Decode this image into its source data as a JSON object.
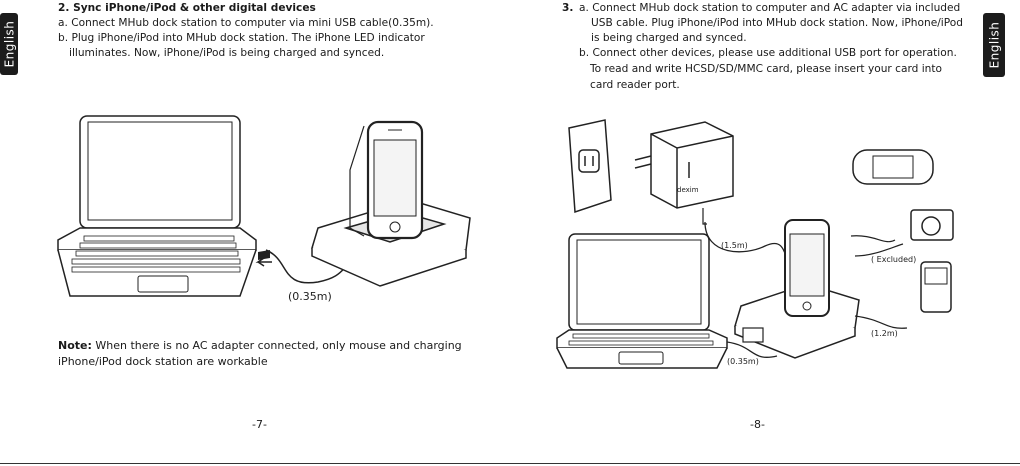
{
  "left": {
    "tab": "English",
    "heading": "2. Sync iPhone/iPod & other digital devices",
    "line_a": "a. Connect MHub dock station to computer via mini USB cable(0.35m).",
    "line_b1": "b. Plug iPhone/iPod into MHub dock station. The iPhone LED indicator",
    "line_b2": "illuminates. Now, iPhone/iPod is being charged and synced.",
    "cable_label": "(0.35m)",
    "note_label": "Note:",
    "note_text1": " When there is no AC adapter connected, only mouse and charging",
    "note_text2": "iPhone/iPod dock station are workable",
    "page_number": "-7-"
  },
  "right": {
    "tab": "English",
    "step_num": "3.",
    "line_a1": "a. Connect MHub dock station to computer and AC adapter via included",
    "line_a2": "USB cable. Plug iPhone/iPod into MHub dock station. Now, iPhone/iPod",
    "line_a3": "is being charged and synced.",
    "line_b1": "b. Connect other devices, please use additional USB port for operation.",
    "line_b2": "To read and write HCSD/SD/MMC card, please insert your card into",
    "line_b3": "card reader port.",
    "adapter_brand": "dexim",
    "label_15": "(1.5m)",
    "label_excluded": "( Excluded)",
    "label_12": "(1.2m)",
    "label_035": "(0.35m)",
    "page_number": "-8-"
  }
}
